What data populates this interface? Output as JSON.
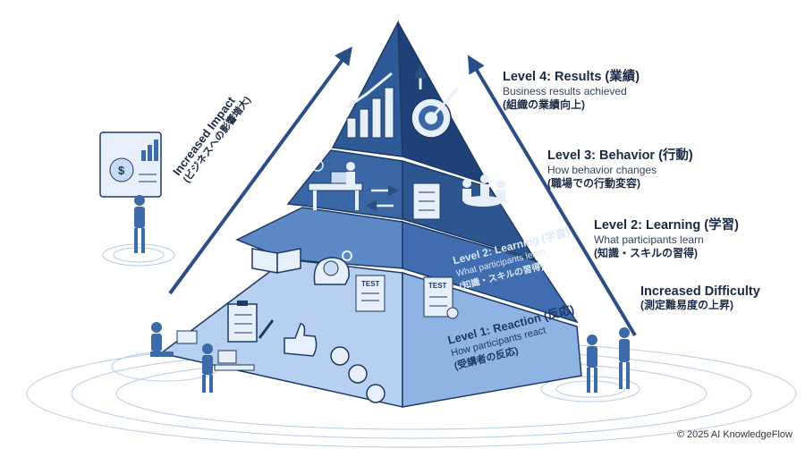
{
  "levels": [
    {
      "id": "level4",
      "title": "Level 4: Results (業績)",
      "desc": "Business results achieved",
      "jp": "(組織の業績向上)"
    },
    {
      "id": "level3",
      "title": "Level 3: Behavior (行動)",
      "desc": "How behavior changes",
      "jp": "(職場での行動変容)"
    },
    {
      "id": "level2",
      "title": "Level 2: Learning (学習)",
      "desc": "What participants learn",
      "jp": "(知識・スキルの習得)"
    },
    {
      "id": "level1",
      "title": "Level 1: Reaction (反応)",
      "desc": "How participants react",
      "jp": "(受講者の反応)"
    }
  ],
  "impact_arrow": {
    "title": "Increased Impact",
    "jp": "(ビジネスへの影響増大)"
  },
  "difficulty_arrow": {
    "title": "Increased Difficulty",
    "jp": "(測定難易度の上昇)"
  },
  "icons": {
    "test_label": "TEST",
    "currency_symbol": "$"
  },
  "credit": "© 2025 AI KnowledgeFlow",
  "colors": {
    "dark": "#25497e",
    "mid": "#3d6aa8",
    "light": "#7aa3d8",
    "pale": "#c9dcf2",
    "line": "#1d3a66"
  }
}
